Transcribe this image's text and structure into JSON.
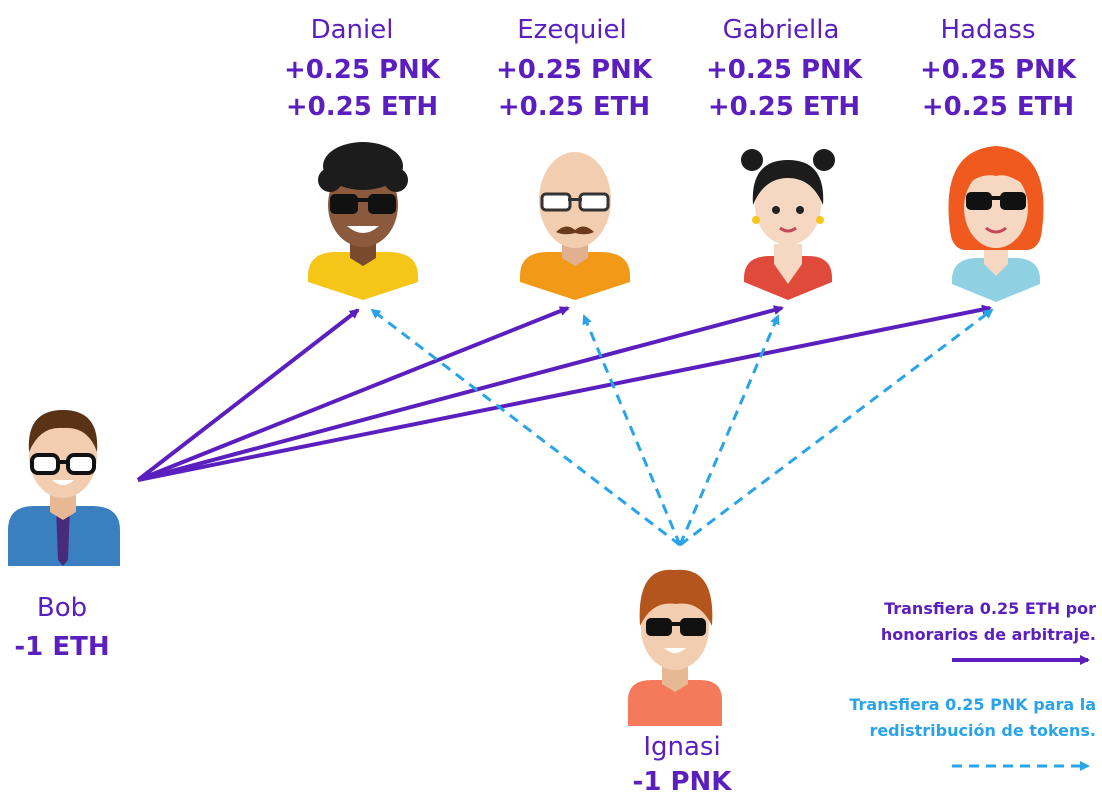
{
  "colors": {
    "eth_arrow": "#5b1fbf",
    "pnk_arrow": "#29a3ea",
    "text": "#5b1fbf"
  },
  "jurors": [
    {
      "name": "Daniel",
      "pnk": "+0.25 PNK",
      "eth": "+0.25 ETH",
      "icon": "juror-daniel-avatar-icon"
    },
    {
      "name": "Ezequiel",
      "pnk": "+0.25 PNK",
      "eth": "+0.25 ETH",
      "icon": "juror-ezequiel-avatar-icon"
    },
    {
      "name": "Gabriella",
      "pnk": "+0.25 PNK",
      "eth": "+0.25 ETH",
      "icon": "juror-gabriella-avatar-icon"
    },
    {
      "name": "Hadass",
      "pnk": "+0.25 PNK",
      "eth": "+0.25 ETH",
      "icon": "juror-hadass-avatar-icon"
    }
  ],
  "bob": {
    "name": "Bob",
    "amount": "-1 ETH",
    "icon": "bob-avatar-icon"
  },
  "ignasi": {
    "name": "Ignasi",
    "amount": "-1 PNK",
    "icon": "ignasi-avatar-icon"
  },
  "legend": {
    "eth_line1": "Transfiera 0.25 ETH por",
    "eth_line2": "honorarios de arbitraje.",
    "pnk_line1": "Transfiera 0.25 PNK para la",
    "pnk_line2": "redistribución de tokens."
  }
}
